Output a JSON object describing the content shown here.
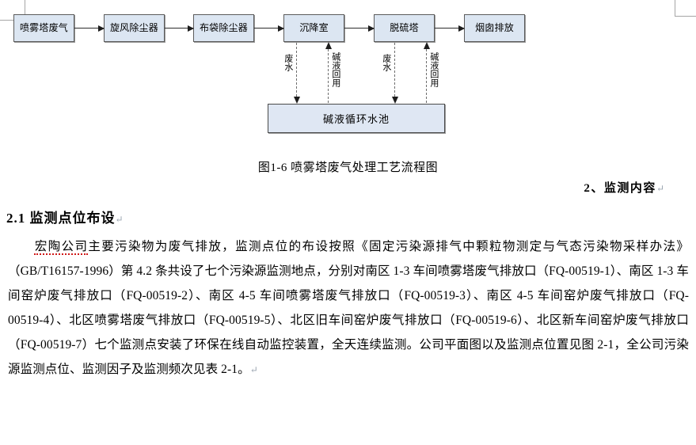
{
  "document": {
    "figure": {
      "caption": "图1-6 喷雾塔废气处理工艺流程图",
      "fill_color": "#dce6f2",
      "border_color": "#5b5b5b",
      "nodes": [
        {
          "id": "node-spray-tower-exhaust",
          "label": "喷雾塔废气"
        },
        {
          "id": "node-cyclone-dust-collector",
          "label": "旋风除尘器"
        },
        {
          "id": "node-bag-dust-collector",
          "label": "布袋除尘器"
        },
        {
          "id": "node-settling-chamber",
          "label": "沉降室"
        },
        {
          "id": "node-desulfurization-tower",
          "label": "脱硫塔"
        },
        {
          "id": "node-chimney-emission",
          "label": "烟囱排放"
        }
      ],
      "tank": {
        "id": "node-alkali-circulation-pool",
        "label": "碱液循环水池"
      },
      "vertical_flows": [
        {
          "id": "flow-wastewater-settling",
          "label": "废水",
          "direction": "down"
        },
        {
          "id": "flow-alkali-reuse-settling",
          "label": "碱液回用",
          "direction": "up"
        },
        {
          "id": "flow-wastewater-desulfurization",
          "label": "废水",
          "direction": "down"
        },
        {
          "id": "flow-alkali-reuse-desulfurization",
          "label": "碱液回用",
          "direction": "up"
        }
      ]
    },
    "headings": {
      "section_right": "2、监测内容",
      "section_right_mark": "↵",
      "subsection": "2.1 监测点位布设",
      "subsection_mark": "↵"
    },
    "paragraph": {
      "misspelled_term": "宏陶公司",
      "text_part_1": "主要污染物为废气排放，监测点位的布设按照《固定污染源排气中颗粒物测定与气态污染物采样办法》（GB/T16157-1996）第 4.2 条共设了七个污染源监测地点，分别对南区 1-3 车间喷雾塔废气排放口（FQ-00519-1）、南区 1-3 车间窑炉废气排放口（FQ-00519-2）、南区 4-5 车间喷雾塔废气排放口（FQ-00519-3）、南区 4-5 车间窑炉废气排放口（FQ-00519-4）、北区喷雾塔废气排放口（FQ-00519-5）、北区旧车间窑炉废气排放口（FQ-00519-6）、北区新车间窑炉废气排放口（FQ-00519-7）七个监测点安装了环保在线自动监控装置，全天连续监测。公司平面图以及监测点位置见图 2-1，全公司污染源监测点位、监测因子及监测频次见表 2-1。",
      "end_mark": "↵"
    }
  }
}
